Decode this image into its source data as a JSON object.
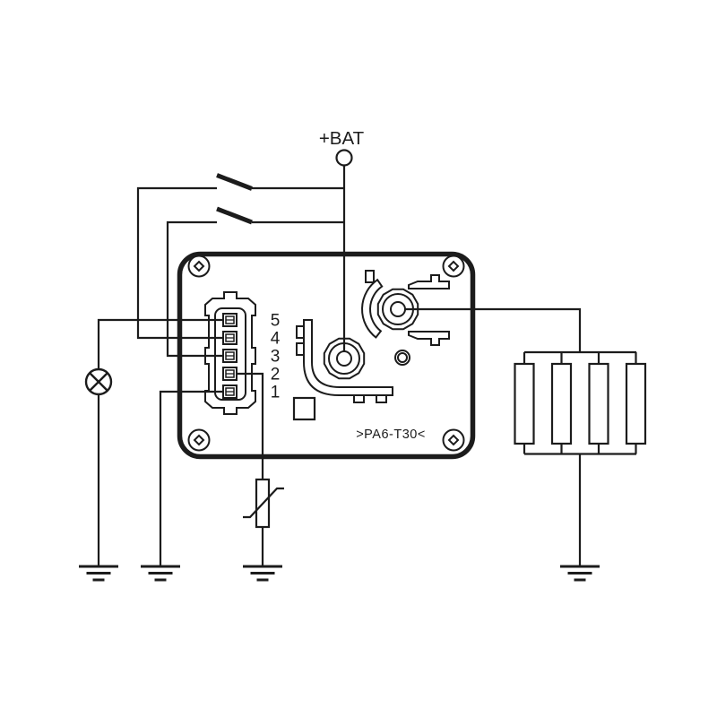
{
  "figure": {
    "battery_label": "+BAT",
    "material_marking": ">PA6-T30<",
    "pin_labels": [
      "5",
      "4",
      "3",
      "2",
      "1"
    ],
    "colors": {
      "line": "#1c1c1c",
      "background": "#ffffff"
    },
    "components": {
      "relay_housing": "glow-plug-relay-housing",
      "connector": "5-pin-connector",
      "battery_terminal": "+BAT-terminal",
      "switches": [
        "upper-switch",
        "lower-switch"
      ],
      "indicator_lamp": "indicator-lamp",
      "temperature_sensor": "thermistor",
      "glow_plugs_count": 4,
      "ground_symbols_count": 4
    }
  }
}
